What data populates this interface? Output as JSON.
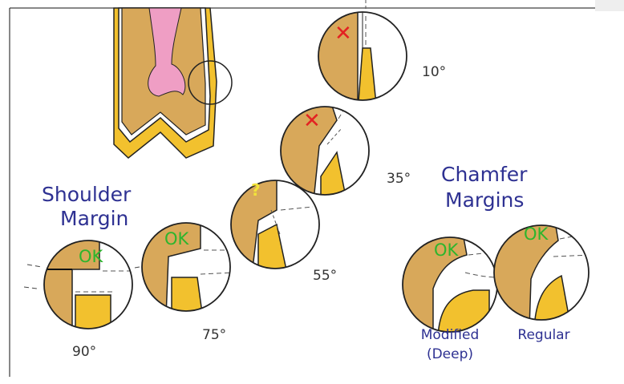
{
  "titles": {
    "shoulder_line1": "Shoulder",
    "shoulder_line2": "Margin",
    "chamfer_line1": "Chamfer",
    "chamfer_line2": "Margins"
  },
  "angles": {
    "a90": "90°",
    "a75": "75°",
    "a55": "55°",
    "a35": "35°",
    "a10": "10°"
  },
  "chamfer_captions": {
    "modified_line1": "Modified",
    "modified_line2": "(Deep)",
    "regular": "Regular"
  },
  "assessments": {
    "ok": "OK",
    "uncertain": "?",
    "rejected": "✕"
  },
  "colors": {
    "tooth": "#d8a85a",
    "crown": "#f2c12e",
    "pulp": "#ef9ec4",
    "label_blue": "#2e3192",
    "ok_green": "#2db52d",
    "reject_red": "#e32222",
    "uncertain_yellow": "#f2e33a"
  }
}
